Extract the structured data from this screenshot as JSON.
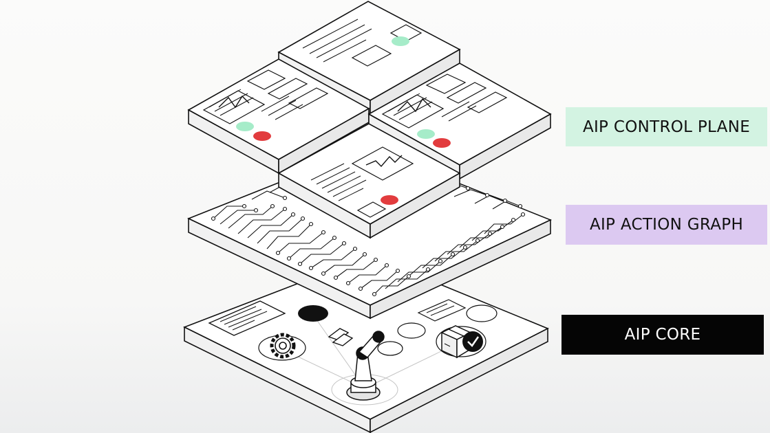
{
  "layers": [
    {
      "id": "control",
      "label": "AIP CONTROL PLANE",
      "bg": "#d3f3e2",
      "fg": "#111111"
    },
    {
      "id": "action",
      "label": "AIP ACTION GRAPH",
      "bg": "#dcc9f1",
      "fg": "#111111"
    },
    {
      "id": "core",
      "label": "AIP CORE",
      "bg": "#050505",
      "fg": "#ffffff"
    }
  ],
  "colors": {
    "ink": "#111111",
    "surface": "#ffffff",
    "side": "#f1f1f1",
    "dot_green": "#a6ecc9",
    "dot_red": "#e23c3e",
    "connector": "#bdbdbd"
  }
}
